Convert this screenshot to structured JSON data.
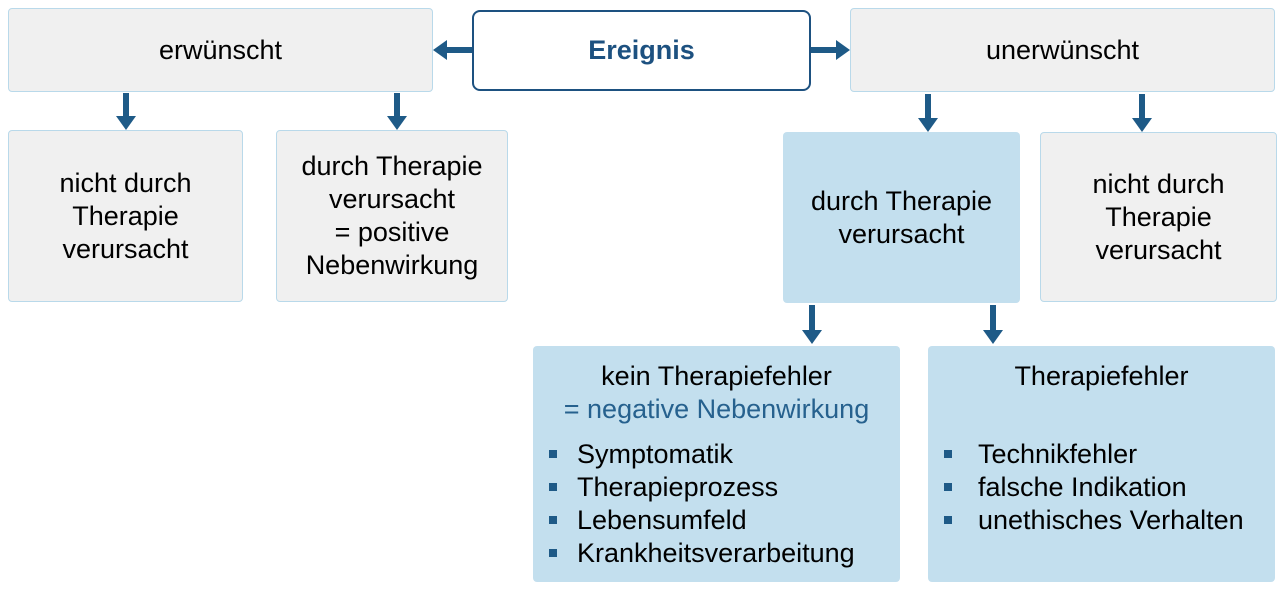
{
  "colors": {
    "navy_arrow": "#1e5a87",
    "root_border_text": "#1d5180",
    "blue_fill": "#c3dfee",
    "gray_fill": "#f0f0f0",
    "light_border": "#b9d9ea",
    "blue_subheading_text": "#26618e",
    "body_text": "#000000",
    "background": "#ffffff"
  },
  "root": {
    "label": "Ereignis"
  },
  "row1": {
    "left": "erwünscht",
    "right": "unerwünscht"
  },
  "row2": {
    "left_outer": "nicht durch\nTherapie\nverursacht",
    "left_inner": "durch Therapie\nverursacht\n= positive\nNebenwirkung",
    "right_inner": "durch Therapie\nverursacht",
    "right_outer": "nicht durch\nTherapie\nverursacht"
  },
  "bottom_left": {
    "heading": "kein Therapiefehler",
    "subheading": "= negative Nebenwirkung",
    "items": [
      "Symptomatik",
      "Therapieprozess",
      "Lebensumfeld",
      "Krankheitsverarbeitung"
    ]
  },
  "bottom_right": {
    "heading": "Therapiefehler",
    "items": [
      "Technikfehler",
      "falsche Indikation",
      "unethisches Verhalten"
    ]
  }
}
